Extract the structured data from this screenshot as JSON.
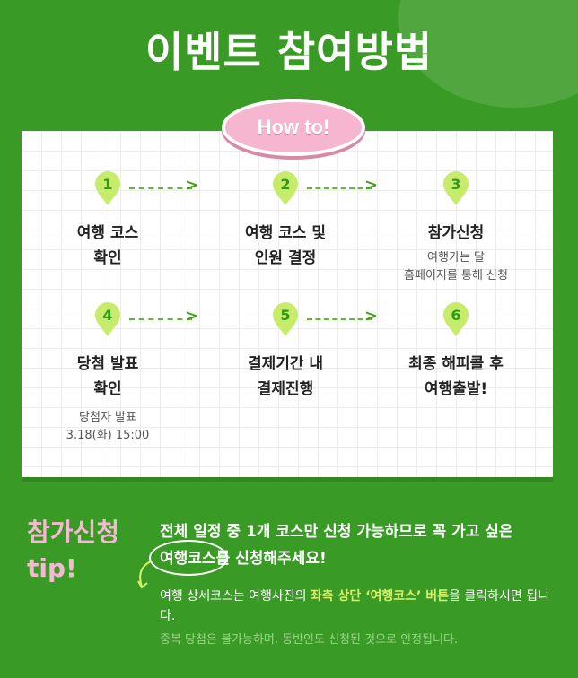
{
  "title": "이벤트 참여방법",
  "badge": "How to!",
  "steps": [
    {
      "num": "1",
      "label": "여행 코스\n확인",
      "sub": ""
    },
    {
      "num": "2",
      "label": "여행 코스 및\n인원 결정",
      "sub": ""
    },
    {
      "num": "3",
      "label": "참가신청",
      "sub": "여행가는 달\n홈페이지를 통해 신청"
    },
    {
      "num": "4",
      "label": "당첨 발표\n확인",
      "sub": "당첨자 발표\n3.18(화) 15:00"
    },
    {
      "num": "5",
      "label": "결제기간 내\n결제진행",
      "sub": ""
    },
    {
      "num": "6",
      "label": "최종 해피콜 후\n여행출발!",
      "sub": ""
    }
  ],
  "tip": {
    "heading": "참가신청\ntip!",
    "line1": "전체 일정 중 1개 코스만 신청 가능하므로 꼭 가고 싶은",
    "line2_highlight": "여행코스",
    "line2_rest": "를 신청해주세요!",
    "note_a": "여행 상세코스는 여행사진의 ",
    "note_b": "좌측 상단 ‘여행코스’ 버튼",
    "note_c": "을 클릭하시면 됩니다.",
    "note2": "중복 당첨은 불가능하며, 동반인도 신청된 것으로 인정됩니다."
  },
  "colors": {
    "bg": "#3a9a26",
    "pin": "#c7ec6c",
    "pin_text": "#2f9a17",
    "pink": "#f6b6cf",
    "highlight": "#d8f26a"
  }
}
